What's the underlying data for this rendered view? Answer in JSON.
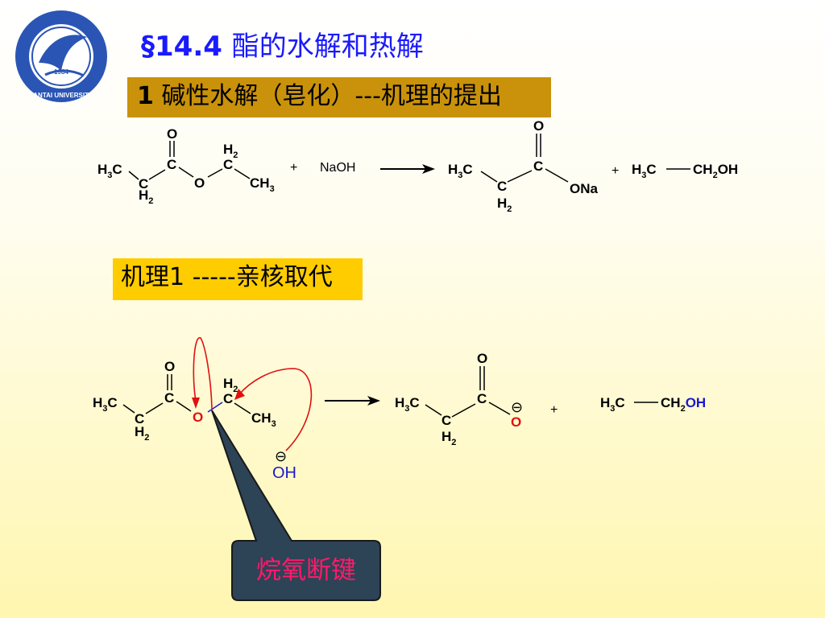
{
  "title": {
    "section": "§14.4",
    "text": "酯的水解和热解"
  },
  "box1": {
    "num": "1",
    "text": "碱性水解（皂化）---机理的提出"
  },
  "box2": {
    "text": "机理1 -----亲核取代"
  },
  "reagent": "NaOH",
  "plus": "+",
  "ion_minus": "⊖",
  "oh": "OH",
  "na": "Na",
  "callout": "烷氧断键",
  "colors": {
    "title": "#1a1aff",
    "box1": "#c9920a",
    "box2": "#ffcc00",
    "arrow_red": "#e01010",
    "oh_blue": "#1a1acc",
    "callout_bg": "#2d4356",
    "callout_text": "#ff1a6a"
  }
}
